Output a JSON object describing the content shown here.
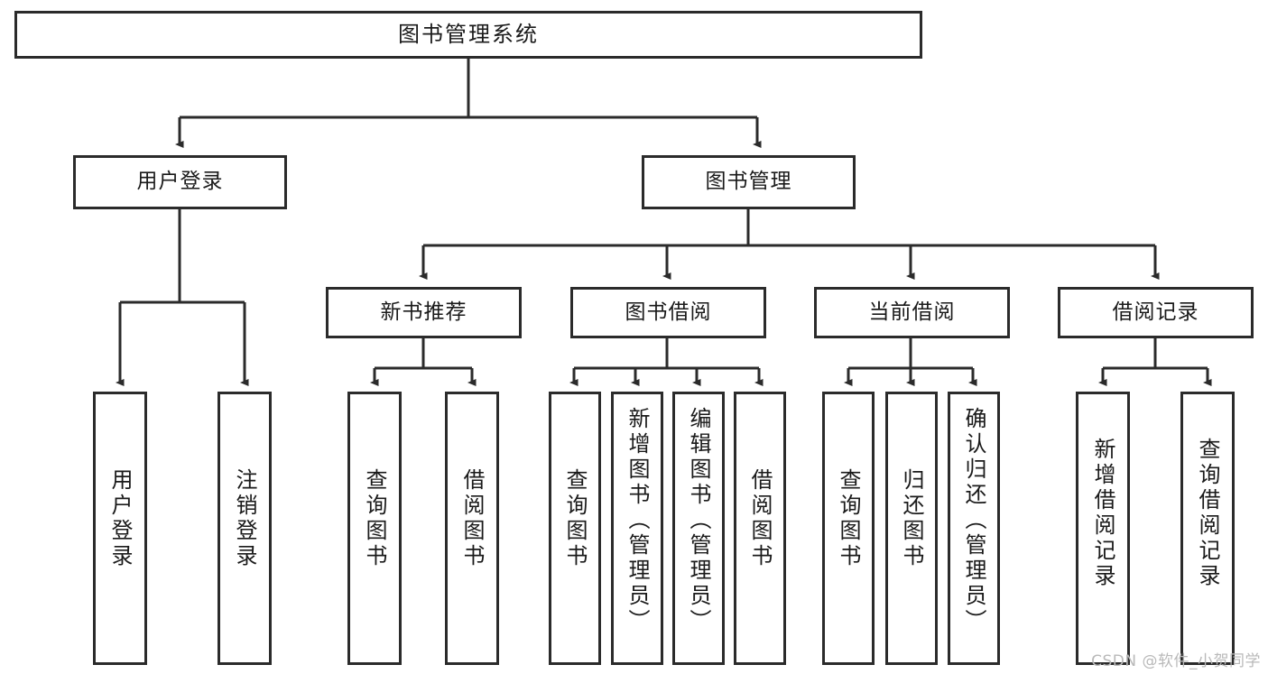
{
  "diagram": {
    "title": "图书管理系统",
    "type": "hierarchy-tree",
    "root": {
      "id": "root",
      "label": "图书管理系统"
    },
    "level2": [
      {
        "id": "user-login",
        "label": "用户登录"
      },
      {
        "id": "book-manage",
        "label": "图书管理"
      }
    ],
    "level3": [
      {
        "id": "new-book-rec",
        "label": "新书推荐",
        "parent": "book-manage"
      },
      {
        "id": "book-borrow",
        "label": "图书借阅",
        "parent": "book-manage"
      },
      {
        "id": "current-borrow",
        "label": "当前借阅",
        "parent": "book-manage"
      },
      {
        "id": "borrow-record",
        "label": "借阅记录",
        "parent": "book-manage"
      }
    ],
    "leaves": [
      {
        "id": "leaf-user-login",
        "label": "用户登录",
        "parent": "user-login"
      },
      {
        "id": "leaf-logout-login",
        "label": "注销登录",
        "parent": "user-login"
      },
      {
        "id": "leaf-query-book-1",
        "label": "查询图书",
        "parent": "new-book-rec"
      },
      {
        "id": "leaf-borrow-book-1",
        "label": "借阅图书",
        "parent": "new-book-rec"
      },
      {
        "id": "leaf-query-book-2",
        "label": "查询图书",
        "parent": "book-borrow"
      },
      {
        "id": "leaf-add-book",
        "label": "新增图书（管理员）",
        "parent": "book-borrow"
      },
      {
        "id": "leaf-edit-book",
        "label": "编辑图书（管理员）",
        "parent": "book-borrow"
      },
      {
        "id": "leaf-borrow-book-2",
        "label": "借阅图书",
        "parent": "book-borrow"
      },
      {
        "id": "leaf-query-book-3",
        "label": "查询图书",
        "parent": "current-borrow"
      },
      {
        "id": "leaf-return-book",
        "label": "归还图书",
        "parent": "current-borrow"
      },
      {
        "id": "leaf-confirm-return",
        "label": "确认归还（管理员）",
        "parent": "current-borrow"
      },
      {
        "id": "leaf-add-record",
        "label": "新增借阅记录",
        "parent": "borrow-record"
      },
      {
        "id": "leaf-query-record",
        "label": "查询借阅记录",
        "parent": "borrow-record"
      }
    ],
    "watermark": "CSDN @软件_小贺同学",
    "colors": {
      "border": "#2b2b2b",
      "background": "#ffffff",
      "text": "#1a1a1a",
      "watermark": "#b9b9b9"
    }
  }
}
